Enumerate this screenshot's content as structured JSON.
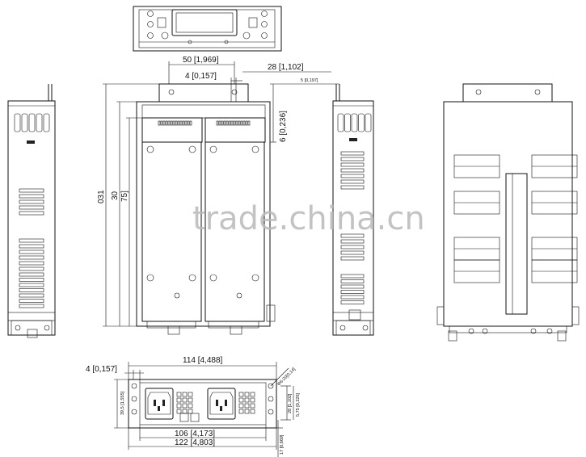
{
  "watermark": "trade.china.cn",
  "dimensions": {
    "top_width": "50 [1,969]",
    "top_offset": "4 [0,157]",
    "top_right": "28 [1,102]",
    "top_right_small": "5 [0,197]",
    "side_six": "6 [0,236]",
    "height_outer": "031",
    "height_mid": "30",
    "height_inner": "75]",
    "bottom_width": "114 [4,488]",
    "bottom_left_offset": "4 [0,157]",
    "bottom_left_vertical": "39,5 [1,555]",
    "bottom_hole": "Φ6-20[0,14]",
    "bottom_right_vert1": "28 [1,102]",
    "bottom_right_vert2": "5,75 [0,226]",
    "bottom_inner_width": "106 [4,173]",
    "bottom_outer_width": "122 [4,803]",
    "bottom_small": "17 [0,669]"
  }
}
